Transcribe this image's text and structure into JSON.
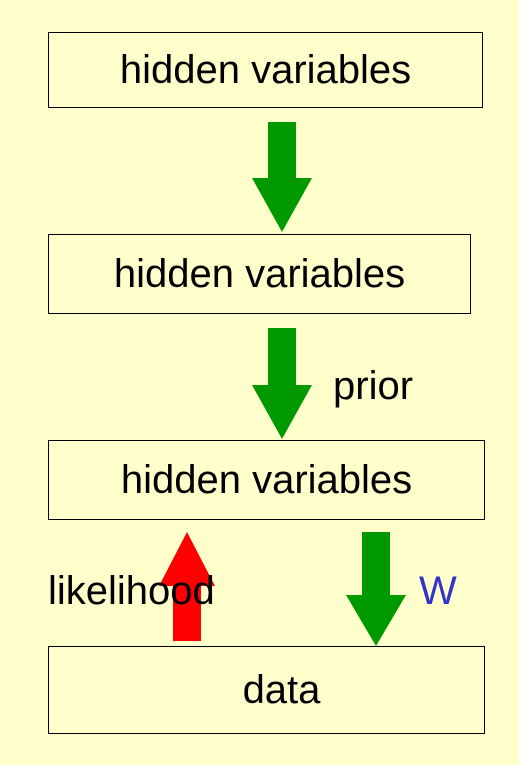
{
  "diagram": {
    "boxes": [
      {
        "text": "hidden variables"
      },
      {
        "text": "hidden variables"
      },
      {
        "text": "hidden variables"
      },
      {
        "text": "data"
      }
    ],
    "labels": {
      "prior": "prior",
      "likelihood": "likelihood",
      "w": "W"
    },
    "colors": {
      "background": "#FFFFCC",
      "down_arrow": "#009900",
      "up_arrow": "#FF0000",
      "w_label": "#3333CC"
    }
  }
}
